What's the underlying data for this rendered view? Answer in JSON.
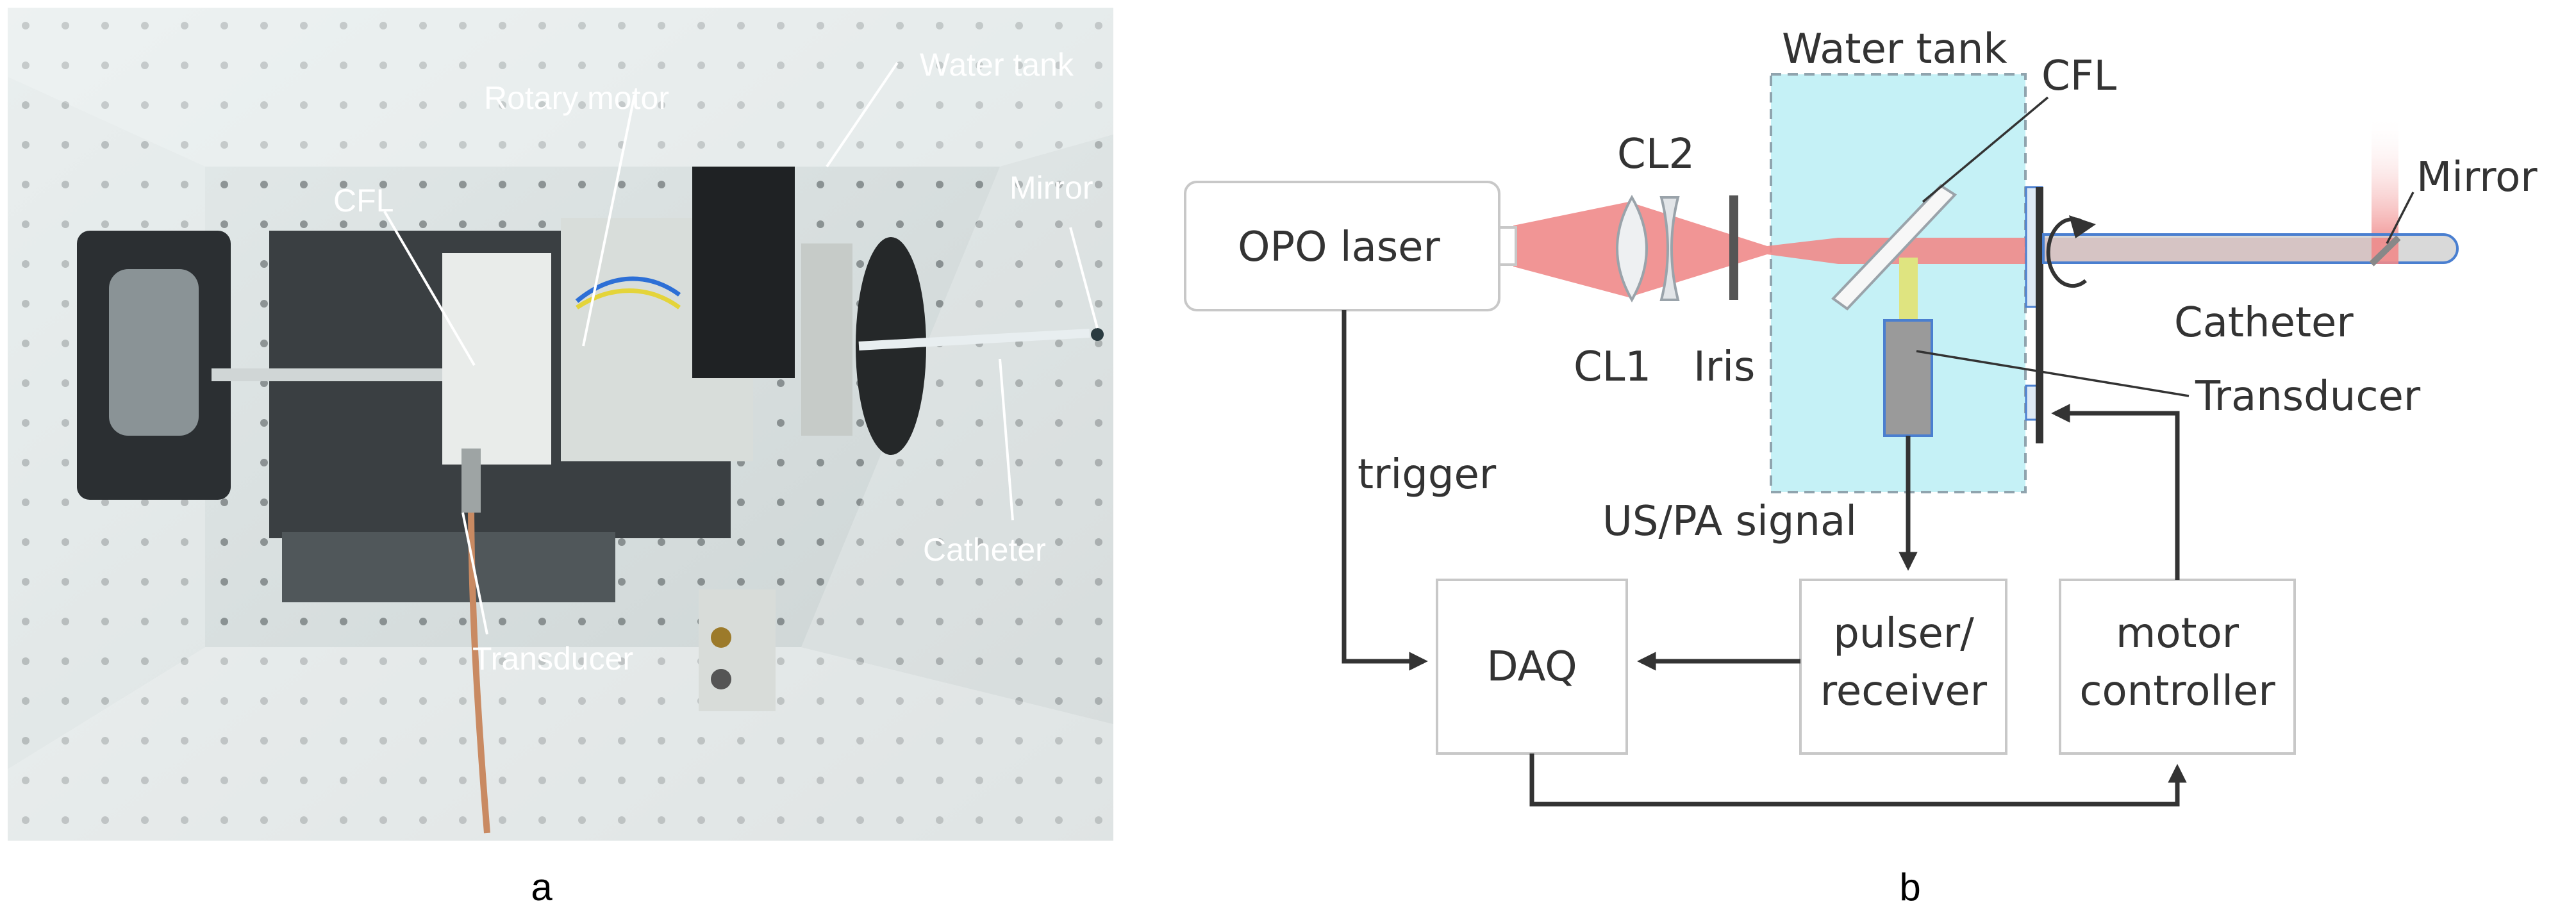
{
  "panels": {
    "a": "a",
    "b": "b"
  },
  "photo_labels": {
    "water_tank": "Water tank",
    "rotary_motor": "Rotary  motor",
    "cfl": "CFL",
    "mirror": "Mirror",
    "catheter": "Catheter",
    "transducer": "Transducer"
  },
  "diagram": {
    "water_tank": "Water tank",
    "cfl": "CFL",
    "cl2": "CL2",
    "cl1": "CL1",
    "iris": "Iris",
    "mirror": "Mirror",
    "catheter": "Catheter",
    "transducer": "Transducer",
    "trigger": "trigger",
    "us_pa_signal": "US/PA signal",
    "boxes": {
      "opo_laser": "OPO laser",
      "daq": "DAQ",
      "pulser_line1": "pulser/",
      "pulser_line2": "receiver",
      "motor_line1": "motor",
      "motor_line2": "controller"
    }
  },
  "colors": {
    "beam": "#f08a8a",
    "water": "#c5f1f6",
    "transducer": "#9a9a9a",
    "transducer_edge": "#4a7fd0",
    "box_edge": "#c8c8c8",
    "arrow": "#333333",
    "signal": "#dfe480"
  }
}
